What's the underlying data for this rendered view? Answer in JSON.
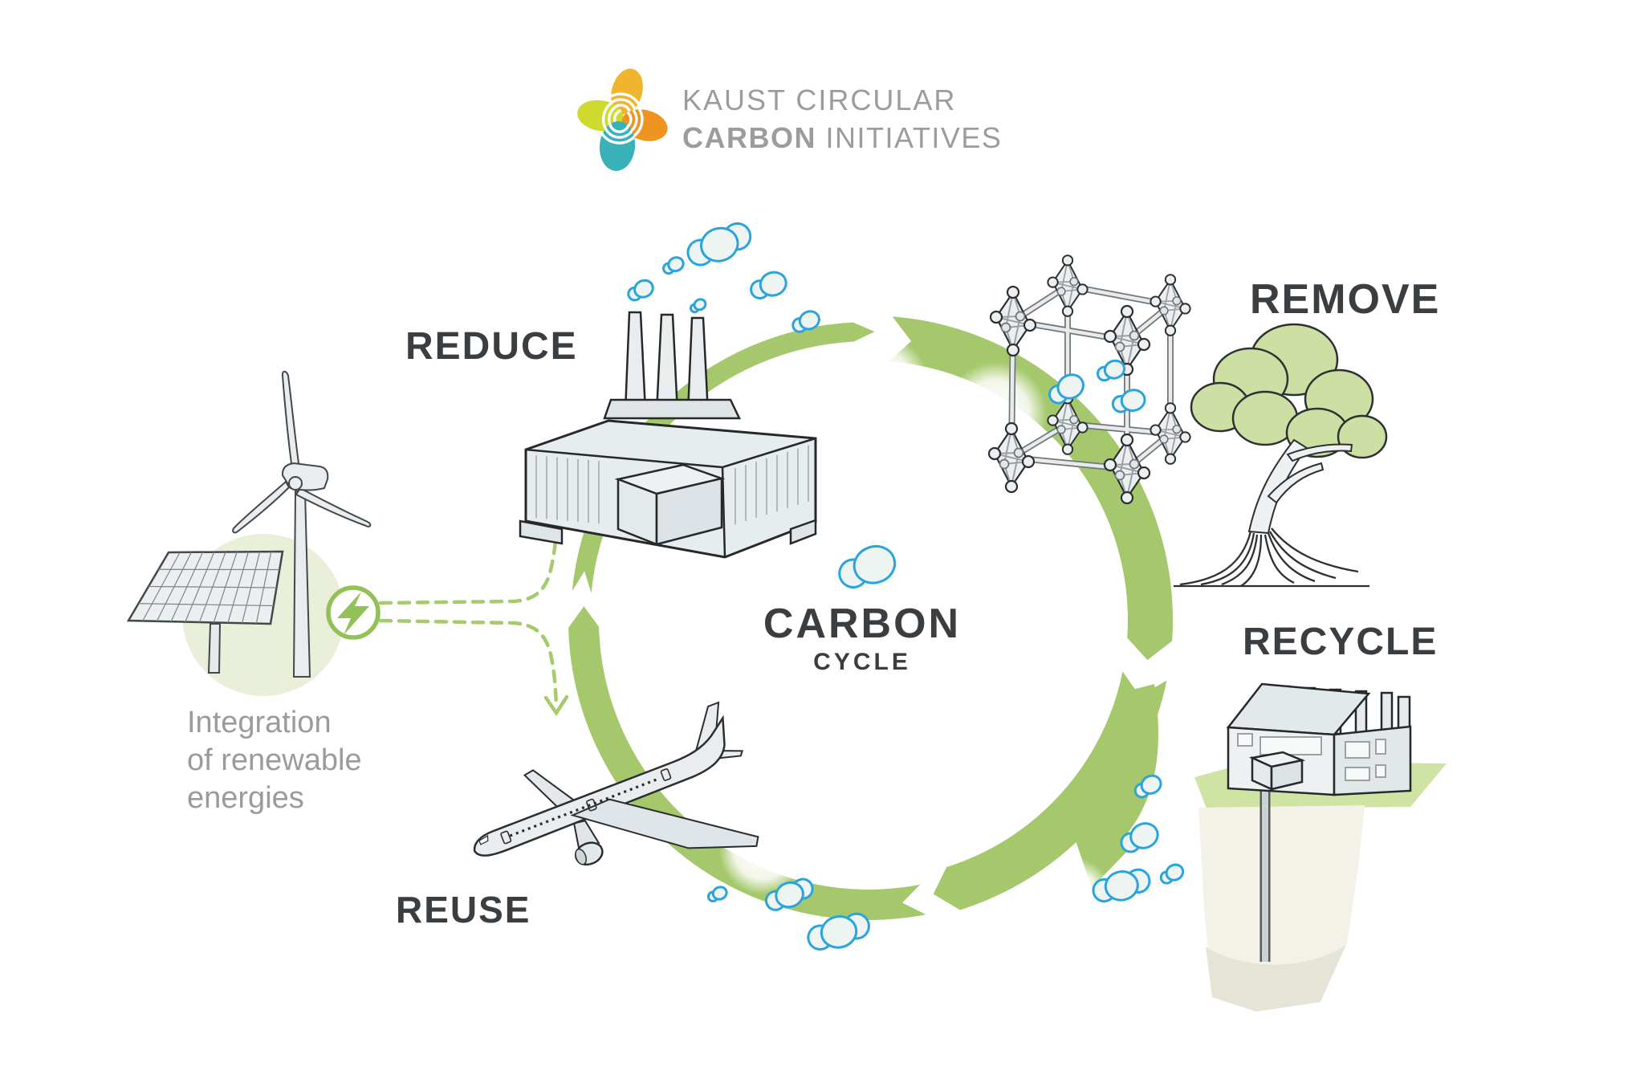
{
  "page": {
    "background": "#ffffff",
    "description": "KAUST Circular Carbon Initiatives carbon cycle infographic"
  },
  "logo": {
    "line1": "KAUST CIRCULAR",
    "line2_bold": "CARBON",
    "line2_regular": " INITIATIVES",
    "text_color": "#9c9c9a",
    "petal_colors": {
      "top": "#f0b42e",
      "left": "#cfda2e",
      "right": "#ef9420",
      "bottom": "#39b1b8"
    }
  },
  "cycle": {
    "title_line1": "CARBON",
    "title_line2": "CYCLE",
    "direction": "clockwise",
    "ring_color": "#a5c86c",
    "molecule_stroke_color": "#2aa4dd",
    "molecule_fill_color": "#edf4f2",
    "label_color": "#3b3e41"
  },
  "stages": [
    {
      "id": "reduce",
      "label": "REDUCE",
      "illustration": "factory-with-three-chimneys"
    },
    {
      "id": "remove",
      "label": "REMOVE",
      "illustration": "mof-crystal-and-mangrove-tree"
    },
    {
      "id": "recycle",
      "label": "RECYCLE",
      "illustration": "plant-with-underground-storage-pipe"
    },
    {
      "id": "reuse",
      "label": "REUSE",
      "illustration": "airplane"
    }
  ],
  "renewables": {
    "caption_line1": "Integration",
    "caption_line2": "of renewable",
    "caption_line3": "energies",
    "icon": "lightning-bolt-icon",
    "accent_color": "#92c158",
    "dashed_arrow_color": "#a6ca6e",
    "halo_color": "#e9efd9",
    "text_color": "#9b9b99",
    "illustrations": [
      "wind-turbine",
      "solar-panel"
    ]
  }
}
